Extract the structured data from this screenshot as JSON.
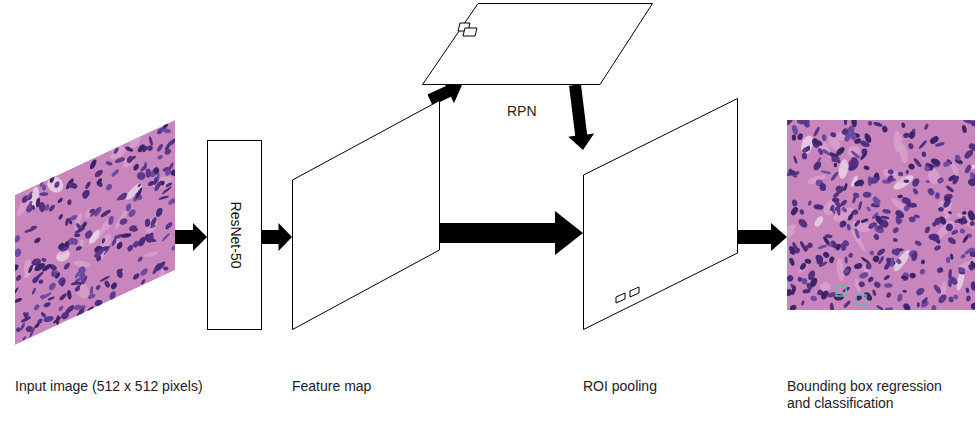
{
  "diagram": {
    "nodes": [
      {
        "text": [
          "Input image (512 x 512 pixels)"
        ]
      },
      {
        "text": [
          "ResNet-50"
        ]
      },
      {
        "text": [
          "Feature map"
        ]
      },
      {
        "text": [
          "RPN"
        ]
      },
      {
        "text": [
          "ROI pooling"
        ]
      },
      {
        "text": [
          "Bounding box regression and classification"
        ]
      }
    ],
    "edges": [
      {
        "from": 0,
        "to": 1,
        "arrow": "to"
      },
      {
        "from": 1,
        "to": 2,
        "arrow": "to"
      },
      {
        "from": 2,
        "to": 3,
        "arrow": "to"
      },
      {
        "from": 2,
        "to": 4,
        "arrow": "to"
      },
      {
        "from": 3,
        "to": 4,
        "arrow": "to"
      },
      {
        "from": 4,
        "to": 5,
        "arrow": "to"
      }
    ]
  }
}
